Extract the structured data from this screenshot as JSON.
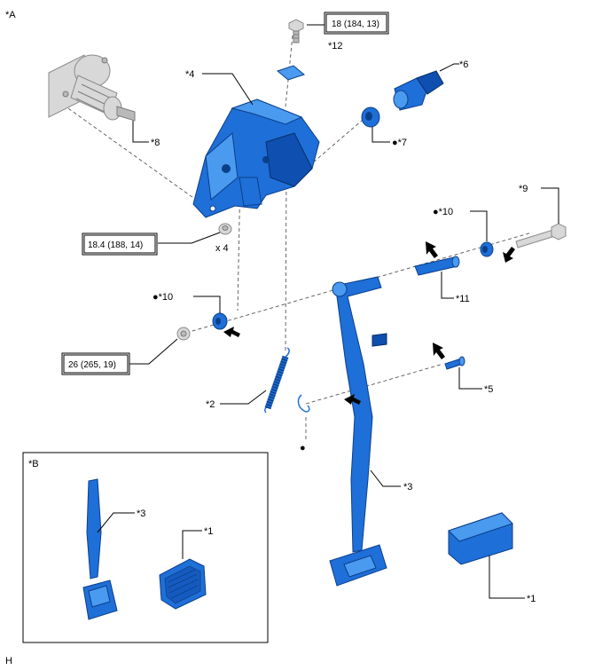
{
  "view_labels": {
    "main": "*A",
    "inset": "*B",
    "corner": "H"
  },
  "torque_specs": {
    "bolt_12": "18 (184, 13)",
    "nuts_bracket": "18.4 (188, 14)",
    "nut_pivot": "26 (265, 19)"
  },
  "quantity": {
    "nuts": "x 4"
  },
  "callouts": {
    "c12": "*12",
    "c4": "*4",
    "c6": "*6",
    "c8": "*8",
    "c7": "●*7",
    "c9": "*9",
    "c10_right": "●*10",
    "c10_left": "●*10",
    "c11": "*11",
    "c5": "*5",
    "c2": "*2",
    "c3_main": "*3",
    "c1_main": "*1",
    "c3_inset": "*3",
    "c1_inset": "*1",
    "clip_dot": "●"
  },
  "colors": {
    "part_blue": "#1f6fd8",
    "part_blue_light": "#4a9af0",
    "part_grey": "#d8d8d8",
    "line": "#000000"
  }
}
